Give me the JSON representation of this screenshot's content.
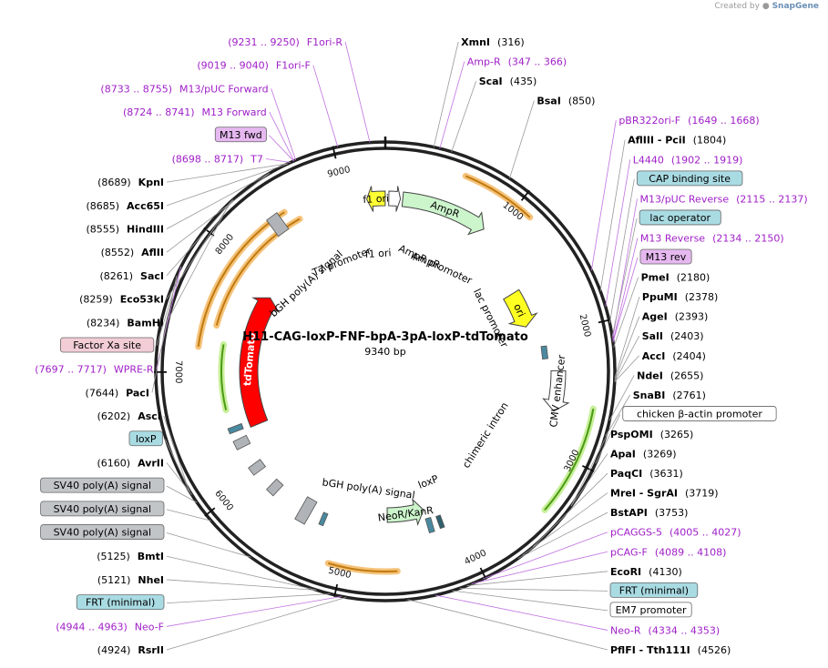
{
  "credit": {
    "prefix": "Created by",
    "brand": "SnapGene"
  },
  "plasmid": {
    "name": "H11-CAG-loxP-FNF-bpA-3pA-loxP-tdTomato",
    "size_label": "9340 bp",
    "length": 9340
  },
  "colors": {
    "site": "#000000",
    "primer": "#a020c8",
    "leader": "#999999",
    "ruler": "#222222"
  },
  "ticks": [
    {
      "pos": 1000,
      "label": "1000"
    },
    {
      "pos": 2000,
      "label": "2000"
    },
    {
      "pos": 3000,
      "label": "3000"
    },
    {
      "pos": 4000,
      "label": "4000"
    },
    {
      "pos": 5000,
      "label": "5000"
    },
    {
      "pos": 6000,
      "label": "6000"
    },
    {
      "pos": 7000,
      "label": "7000"
    },
    {
      "pos": 8000,
      "label": "8000"
    },
    {
      "pos": 9000,
      "label": "9000"
    }
  ],
  "features": [
    {
      "name": "f1 ori",
      "start": 9180,
      "end": 9340,
      "dir": -1,
      "color": "#ffff33",
      "label": "f1 ori"
    },
    {
      "name": "AmpR promoter",
      "start": 30,
      "end": 130,
      "dir": 1,
      "color": "#ffffff",
      "label": ""
    },
    {
      "name": "AmpR",
      "start": 150,
      "end": 900,
      "dir": 1,
      "color": "#ccf5cc",
      "label": "AmpR"
    },
    {
      "name": "ori",
      "start": 1520,
      "end": 1880,
      "dir": 1,
      "color": "#ffff22",
      "label": "ori"
    },
    {
      "name": "CMV enhancer",
      "start": 2330,
      "end": 2680,
      "dir": 1,
      "color": "#ffffff",
      "label": "CMV enhancer"
    },
    {
      "name": "NeoR/KanR",
      "start": 4270,
      "end": 4650,
      "dir": -1,
      "color": "#ccf5cc",
      "label": "NeoR/KanR"
    },
    {
      "name": "tdTomato",
      "start": 6420,
      "end": 7850,
      "dir": 1,
      "color": "#ff0000",
      "label": "tdTomato"
    }
  ],
  "inner_labels": [
    {
      "text": "f1 ori",
      "pos": 9250
    },
    {
      "text": "AmpR",
      "pos": 520
    },
    {
      "text": "AmpR promoter",
      "pos": 650
    },
    {
      "text": "lac promoter",
      "pos": 1640
    },
    {
      "text": "chimeric intron",
      "pos": 3180
    },
    {
      "text": "loxP",
      "pos": 4120
    },
    {
      "text": "bGH poly(A) signal",
      "pos": 4880
    },
    {
      "text": "bGH poly(A) signal",
      "pos": 8250
    },
    {
      "text": "T7 promoter",
      "pos": 8780
    }
  ],
  "left_labels": [
    {
      "text": "F1ori-R",
      "range": "(9231 .. 9250)",
      "pos": 9240,
      "type": "primer"
    },
    {
      "text": "F1ori-F",
      "range": "(9019 .. 9040)",
      "pos": 9030,
      "type": "primer"
    },
    {
      "text": "M13/pUC Forward",
      "range": "(8733 .. 8755)",
      "pos": 8744,
      "type": "primer"
    },
    {
      "text": "M13 Forward",
      "range": "(8724 .. 8741)",
      "pos": 8732,
      "type": "primer"
    },
    {
      "text": "M13 fwd",
      "range": "",
      "pos": 8730,
      "type": "primerbox"
    },
    {
      "text": "T7",
      "range": "(8698 .. 8717)",
      "pos": 8707,
      "type": "primer"
    },
    {
      "text": "KpnI",
      "range": "(8689)",
      "pos": 8689,
      "type": "site"
    },
    {
      "text": "Acc65I",
      "range": "(8685)",
      "pos": 8685,
      "type": "site"
    },
    {
      "text": "HindIII",
      "range": "(8555)",
      "pos": 8555,
      "type": "site"
    },
    {
      "text": "AflII",
      "range": "(8552)",
      "pos": 8552,
      "type": "site"
    },
    {
      "text": "SacI",
      "range": "(8261)",
      "pos": 8261,
      "type": "site"
    },
    {
      "text": "Eco53kI",
      "range": "(8259)",
      "pos": 8259,
      "type": "site"
    },
    {
      "text": "BamHI",
      "range": "(8234)",
      "pos": 8234,
      "type": "site"
    },
    {
      "text": "Factor Xa site",
      "range": "",
      "pos": 7710,
      "type": "pinkbox"
    },
    {
      "text": "WPRE-R",
      "range": "(7697 .. 7717)",
      "pos": 7707,
      "type": "primer"
    },
    {
      "text": "PacI",
      "range": "(7644)",
      "pos": 7644,
      "type": "site"
    },
    {
      "text": "AscI",
      "range": "(6202)",
      "pos": 6202,
      "type": "site"
    },
    {
      "text": "loxP",
      "range": "",
      "pos": 6185,
      "type": "bluebox"
    },
    {
      "text": "AvrII",
      "range": "(6160)",
      "pos": 6160,
      "type": "site"
    },
    {
      "text": "SV40 poly(A) signal",
      "range": "",
      "pos": 6100,
      "type": "graybox"
    },
    {
      "text": "SV40 poly(A) signal",
      "range": "",
      "pos": 5950,
      "type": "graybox"
    },
    {
      "text": "SV40 poly(A) signal",
      "range": "",
      "pos": 5600,
      "type": "graybox"
    },
    {
      "text": "BmtI",
      "range": "(5125)",
      "pos": 5125,
      "type": "site"
    },
    {
      "text": "NheI",
      "range": "(5121)",
      "pos": 5121,
      "type": "site"
    },
    {
      "text": "FRT (minimal)",
      "range": "",
      "pos": 5030,
      "type": "bluebox"
    },
    {
      "text": "Neo-F",
      "range": "(4944 .. 4963)",
      "pos": 4954,
      "type": "primer"
    },
    {
      "text": "RsrII",
      "range": "(4924)",
      "pos": 4924,
      "type": "site"
    }
  ],
  "right_labels": [
    {
      "text": "XmnI",
      "range": "(316)",
      "pos": 316,
      "type": "site"
    },
    {
      "text": "Amp-R",
      "range": "(347 .. 366)",
      "pos": 356,
      "type": "primer"
    },
    {
      "text": "ScaI",
      "range": "(435)",
      "pos": 435,
      "type": "site"
    },
    {
      "text": "BsaI",
      "range": "(850)",
      "pos": 850,
      "type": "site"
    },
    {
      "text": "pBR322ori-F",
      "range": "(1649 .. 1668)",
      "pos": 1658,
      "type": "primer"
    },
    {
      "text": "AflIII - PciI",
      "range": "(1804)",
      "pos": 1804,
      "type": "site"
    },
    {
      "text": "L4440",
      "range": "(1902 .. 1919)",
      "pos": 1910,
      "type": "primer"
    },
    {
      "text": "CAP binding site",
      "range": "",
      "pos": 2020,
      "type": "bluebox"
    },
    {
      "text": "M13/pUC Reverse",
      "range": "(2115 .. 2137)",
      "pos": 2126,
      "type": "primer"
    },
    {
      "text": "lac operator",
      "range": "",
      "pos": 2110,
      "type": "bluebox"
    },
    {
      "text": "M13 Reverse",
      "range": "(2134 .. 2150)",
      "pos": 2142,
      "type": "primer"
    },
    {
      "text": "M13 rev",
      "range": "",
      "pos": 2145,
      "type": "primerbox"
    },
    {
      "text": "PmeI",
      "range": "(2180)",
      "pos": 2180,
      "type": "site"
    },
    {
      "text": "PpuMI",
      "range": "(2378)",
      "pos": 2378,
      "type": "site"
    },
    {
      "text": "AgeI",
      "range": "(2393)",
      "pos": 2393,
      "type": "site"
    },
    {
      "text": "SalI",
      "range": "(2403)",
      "pos": 2403,
      "type": "site"
    },
    {
      "text": "AccI",
      "range": "(2404)",
      "pos": 2404,
      "type": "site"
    },
    {
      "text": "NdeI",
      "range": "(2655)",
      "pos": 2655,
      "type": "site"
    },
    {
      "text": "SnaBI",
      "range": "(2761)",
      "pos": 2761,
      "type": "site"
    },
    {
      "text": "chicken β-actin promoter",
      "range": "",
      "pos": 2950,
      "type": "whitebox"
    },
    {
      "text": "PspOMI",
      "range": "(3265)",
      "pos": 3265,
      "type": "site"
    },
    {
      "text": "ApaI",
      "range": "(3269)",
      "pos": 3269,
      "type": "site"
    },
    {
      "text": "PaqCI",
      "range": "(3631)",
      "pos": 3631,
      "type": "site"
    },
    {
      "text": "MreI - SgrAI",
      "range": "(3719)",
      "pos": 3719,
      "type": "site"
    },
    {
      "text": "BstAPI",
      "range": "(3753)",
      "pos": 3753,
      "type": "site"
    },
    {
      "text": "pCAGGS-5",
      "range": "(4005 .. 4027)",
      "pos": 4016,
      "type": "primer"
    },
    {
      "text": "pCAG-F",
      "range": "(4089 .. 4108)",
      "pos": 4098,
      "type": "primer"
    },
    {
      "text": "EcoRI",
      "range": "(4130)",
      "pos": 4130,
      "type": "site"
    },
    {
      "text": "FRT (minimal)",
      "range": "",
      "pos": 4180,
      "type": "bluebox"
    },
    {
      "text": "EM7 promoter",
      "range": "",
      "pos": 4230,
      "type": "whitebox"
    },
    {
      "text": "Neo-R",
      "range": "(4334 .. 4353)",
      "pos": 4343,
      "type": "primer"
    },
    {
      "text": "PflFI - Tth111I",
      "range": "(4526)",
      "pos": 4526,
      "type": "site"
    }
  ]
}
